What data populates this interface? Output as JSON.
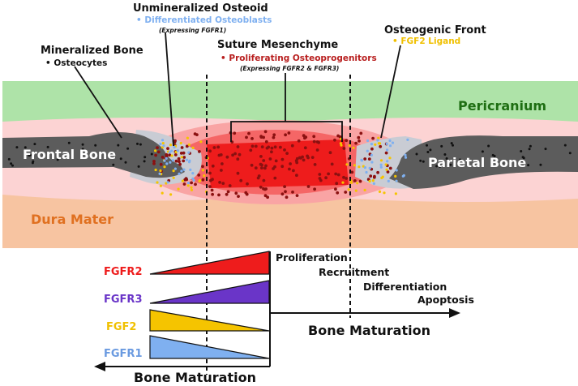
{
  "labels": {
    "unmineralized": {
      "title": "Unmineralized Osteoid",
      "sub": "Differentiated Osteoblasts",
      "note": "(Expressing FGFR1)"
    },
    "mineralized": {
      "title": "Mineralized Bone",
      "sub": "Osteocytes"
    },
    "suture": {
      "title": "Suture Mesenchyme",
      "sub": "Proliferating Osteoprogenitors",
      "note": "(Expressing FGFR2 & FGFR3)"
    },
    "front": {
      "title": "Osteogenic Front",
      "sub": "FGF2 Ligand"
    },
    "pericranium": "Pericranium",
    "frontal_bone": "Frontal Bone",
    "parietal_bone": "Parietal Bone",
    "dura_mater": "Dura Mater"
  },
  "receptors": [
    {
      "name": "FGFR2",
      "color": "#ee1c1c"
    },
    {
      "name": "FGFR3",
      "color": "#6a35c8"
    },
    {
      "name": "FGF2",
      "color": "#f5c400"
    },
    {
      "name": "FGFR1",
      "color": "#7fb0f0"
    }
  ],
  "processes": [
    "Proliferation",
    "Recruitment",
    "Differentiation",
    "Apoptosis"
  ],
  "axes": {
    "bone_maturation_right": "Bone Maturation",
    "bone_maturation_left": "Bone Maturation"
  },
  "colors": {
    "pericranium": "#aee3a8",
    "dura": "#f7c4a1",
    "pink_layer": "#fcd3d3",
    "bone": "#5c5c5c",
    "osteoid": "#c9ccd4",
    "suture_core": "#ee1c1c",
    "suture_mid": "#f56666",
    "suture_outer": "#f9a4a4",
    "pericranium_text": "#1e6e12",
    "dura_text": "#e07020",
    "osteoblast_text": "#7fb0f0",
    "progenitor_text": "#b81e1e",
    "fgf2_text": "#f0c000"
  }
}
